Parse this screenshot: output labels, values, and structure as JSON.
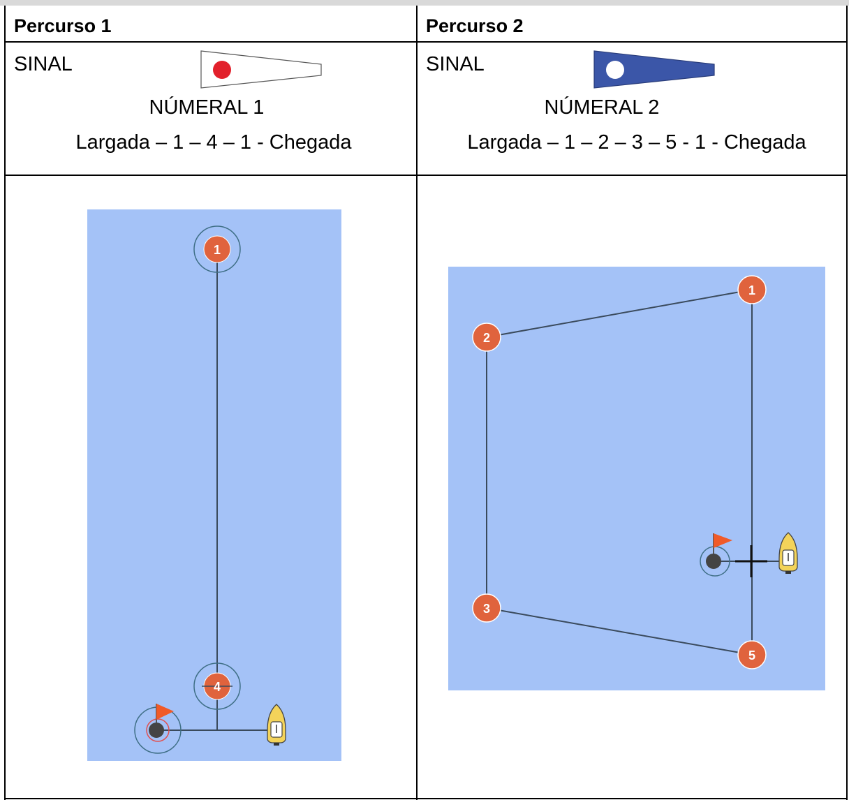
{
  "courses": [
    {
      "header": "Percurso 1",
      "signal_label": "SINAL",
      "flag": {
        "fill": "#ffffff",
        "dot_color": "#e2202b"
      },
      "numeral": "NÚMERAL 1",
      "route": "Largada – 1 – 4 – 1 - Chegada",
      "marks": [
        "1",
        "4"
      ]
    },
    {
      "header": "Percurso 2",
      "signal_label": "SINAL",
      "flag": {
        "fill": "#3b56a8",
        "dot_color": "#ffffff"
      },
      "numeral": "NÚMERAL 2",
      "route": "Largada – 1 – 2 – 3 – 5 - 1 - Chegada",
      "marks": [
        "1",
        "2",
        "3",
        "5"
      ]
    }
  ],
  "colors": {
    "water": "#a4c2f7",
    "mark": "#e0633d",
    "course_line": "#3a4a5c",
    "start_flag": "#f05a28",
    "boat": "#f3d35a"
  }
}
